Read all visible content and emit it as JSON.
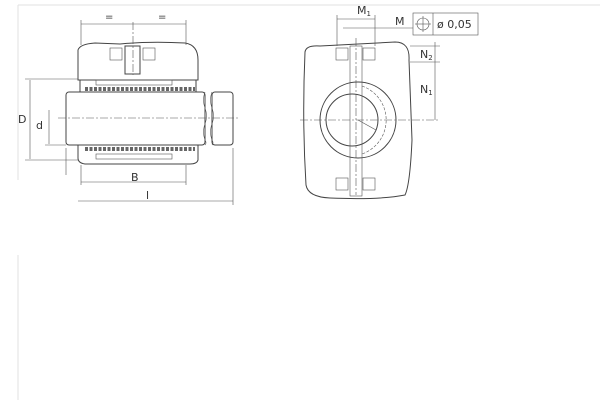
{
  "drawing": {
    "side_view": {
      "equal_left": "=",
      "equal_right": "=",
      "dim_D": "D",
      "dim_d": "d",
      "dim_B": "B",
      "dim_l": "l"
    },
    "front_view": {
      "dim_M1": "M",
      "dim_M1_sub": "1",
      "dim_M": "M",
      "dim_N2": "N",
      "dim_N2_sub": "2",
      "dim_N1": "N",
      "dim_N1_sub": "1",
      "tolerance_symbol": "position-icon",
      "tolerance_value": "ø 0,05"
    }
  }
}
